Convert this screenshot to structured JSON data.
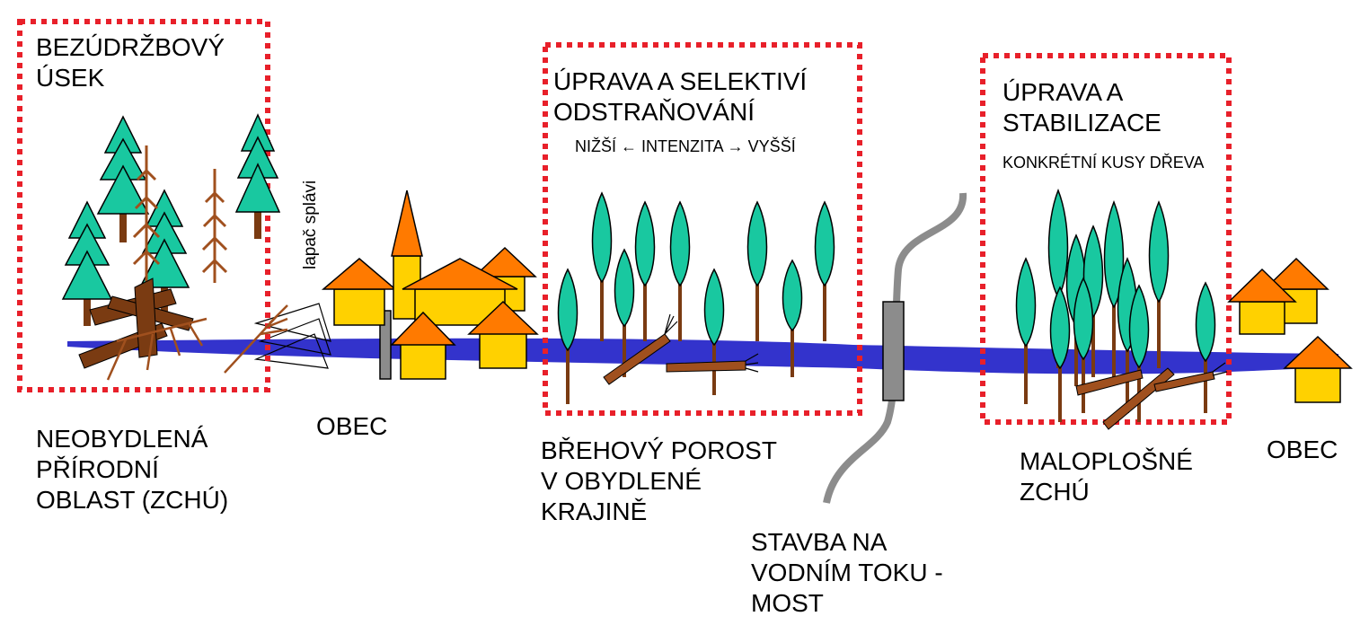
{
  "colors": {
    "river": "#3333cc",
    "frame": "#e8202a",
    "spruce": "#19c8a0",
    "poplar": "#19c8a0",
    "trunk": "#7a3b12",
    "dead_wood": "#a0501e",
    "roof": "#ff7a00",
    "wall": "#ffd100",
    "dam": "#8c8c8c",
    "road": "#8c8c8c"
  },
  "icons": [
    "spruce-tree-icon",
    "poplar-tree-icon",
    "house-icon",
    "church-icon",
    "fallen-log-icon",
    "debris-trap-icon",
    "weir-icon",
    "bridge-road-icon"
  ],
  "sections": {
    "unmaintained": {
      "title": "BEZÚDRŽBOVÝ\nÚSEK",
      "caption": "NEOBYDLENÁ\nPŘÍRODNÍ\nOBLAST (ZCHÚ)",
      "trap_label": "lapač splávi"
    },
    "village1": {
      "caption": "OBEC"
    },
    "riparian": {
      "title": "ÚPRAVA  A SELEKTIVÍ\nODSTRAŇOVÁNÍ",
      "subtitle": "NIŽŠÍ ← INTENZITA  → VYŠŠÍ",
      "caption": "BŘEHOVÝ POROST\nV OBYDLENÉ\nKRAJINĚ"
    },
    "bridge": {
      "caption": "STAVBA NA\nVODNÍM TOKU -\nMOST"
    },
    "small_area": {
      "title": "ÚPRAVA  A\nSTABILIZACE",
      "subtitle": "KONKRÉTNÍ KUSY DŘEVA",
      "caption": "MALOPLOŠNÉ\nZCHÚ"
    },
    "village2": {
      "caption": "OBEC"
    }
  }
}
